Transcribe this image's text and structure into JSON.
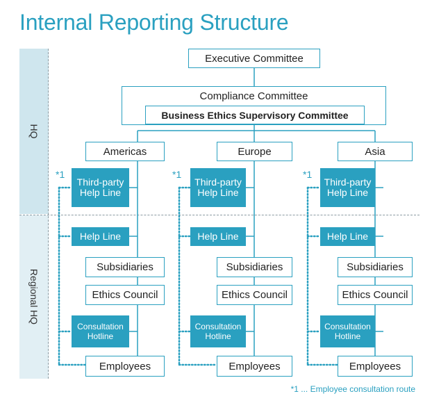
{
  "title": "Internal Reporting Structure",
  "bands": {
    "hq": "HQ",
    "regional": "Regional HQ"
  },
  "top": {
    "executive": "Executive Committee",
    "compliance": "Compliance Committee",
    "ethics_supervisory": "Business Ethics Supervisory Committee"
  },
  "regions": [
    {
      "name": "Americas",
      "note": "*1",
      "third_party": "Third-party Help Line",
      "help_line": "Help Line",
      "subsidiaries": "Subsidiaries",
      "ethics_council": "Ethics Council",
      "hotline": "Consultation Hotline",
      "employees": "Employees"
    },
    {
      "name": "Europe",
      "note": "*1",
      "third_party": "Third-party Help Line",
      "help_line": "Help Line",
      "subsidiaries": "Subsidiaries",
      "ethics_council": "Ethics Council",
      "hotline": "Consultation Hotline",
      "employees": "Employees"
    },
    {
      "name": "Asia",
      "note": "*1",
      "third_party": "Third-party Help Line",
      "help_line": "Help Line",
      "subsidiaries": "Subsidiaries",
      "ethics_council": "Ethics Council",
      "hotline": "Consultation Hotline",
      "employees": "Employees"
    }
  ],
  "footnote": "*1 ... Employee consultation route",
  "colors": {
    "accent": "#2aa0c0",
    "band_hq": "#cfe6ee",
    "band_regional": "#e1eff4"
  }
}
